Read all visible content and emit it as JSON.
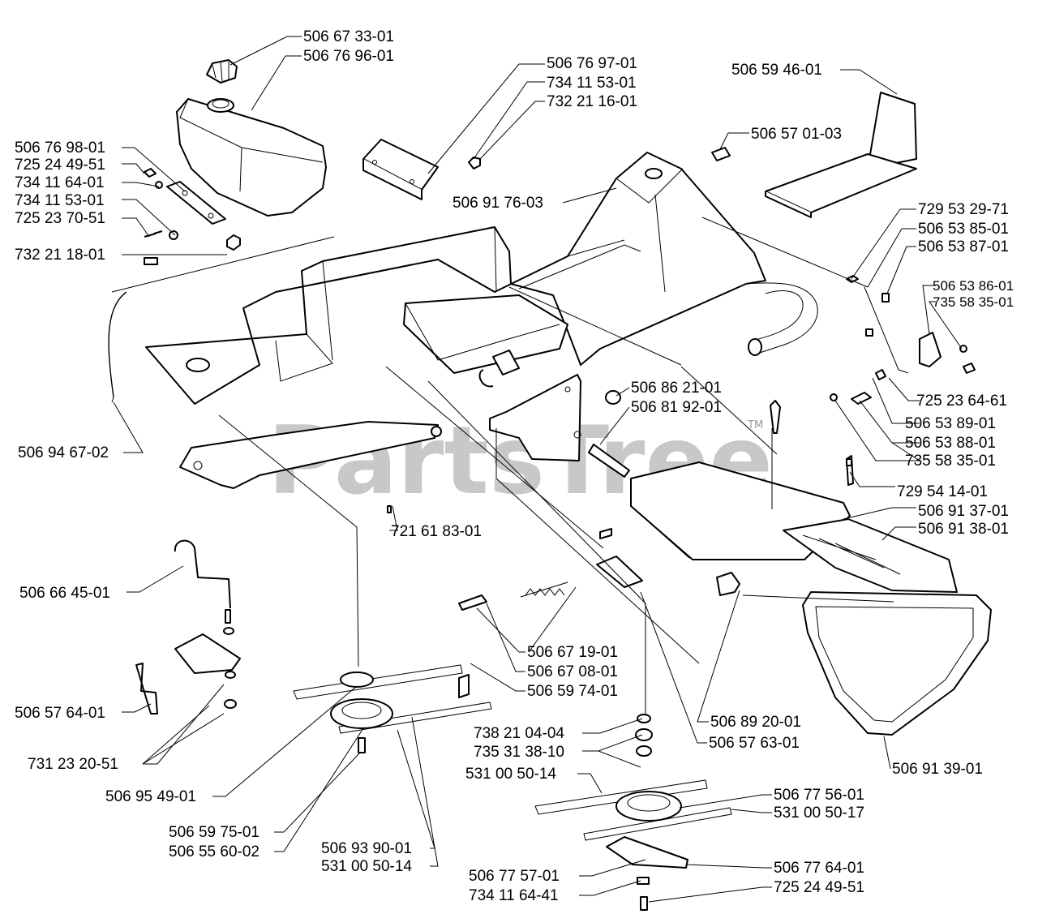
{
  "watermark": {
    "text": "PartsTree",
    "mark": "TM"
  },
  "labels": [
    "506 67 33-01",
    "506 76 96-01",
    "506 76 97-01",
    "734 11 53-01",
    "732 21 16-01",
    "506 59 46-01",
    "506 57 01-03",
    "506 76 98-01",
    "725 24 49-51",
    "734 11 64-01",
    "734 11 53-01",
    "725 23 70-51",
    "732 21 18-01",
    "506 91 76-03",
    "729 53 29-71",
    "506 53 85-01",
    "506 53 87-01",
    "506 53 86-01",
    "735 58 35-01",
    "725 23 64-61",
    "506 53 89-01",
    "506 53 88-01",
    "735 58 35-01",
    "506 86 21-01",
    "506 81 92-01",
    "729 54 14-01",
    "506 91 37-01",
    "506 91 38-01",
    "506 94 67-02",
    "721 61 83-01",
    "506 66 45-01",
    "506 57 64-01",
    "731 23 20-51",
    "506 95 49-01",
    "506 67 19-01",
    "506 67 08-01",
    "506 59 74-01",
    "506 89 20-01",
    "506 57 63-01",
    "738 21 04-04",
    "735 31 38-10",
    "531 00 50-14",
    "506 91 39-01",
    "506 77 56-01",
    "531 00 50-17",
    "506 59 75-01",
    "506 55 60-02",
    "506 93 90-01",
    "531 00 50-14",
    "506 77 64-01",
    "506 77 57-01",
    "725 24 49-51",
    "734 11 64-41"
  ]
}
